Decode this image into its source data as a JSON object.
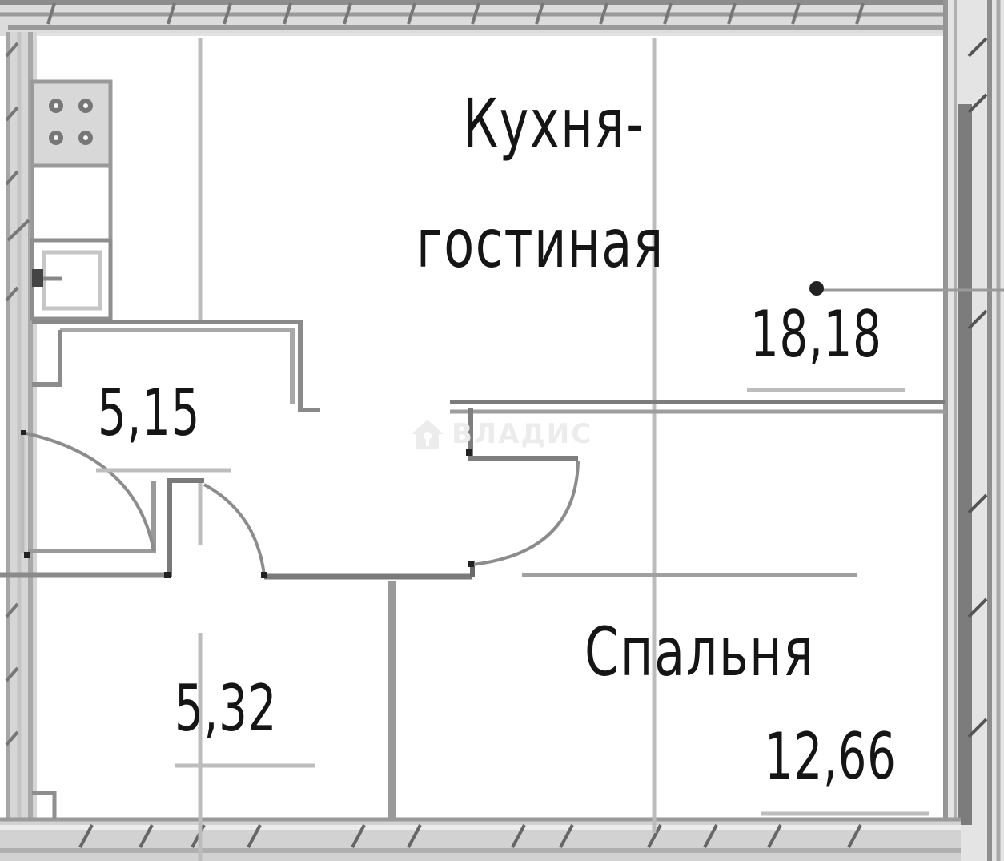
{
  "rooms": [
    {
      "name_line1": "Кухня-",
      "name_line2": "гостиная",
      "area": "18,18"
    },
    {
      "name": "",
      "area": "5,15"
    },
    {
      "name": "",
      "area": "5,32"
    },
    {
      "name": "Спальня",
      "area": "12,66"
    }
  ],
  "watermark": {
    "text": "ВЛАДИС",
    "icon": "house-key-icon"
  },
  "colors": {
    "wall": "#8a8a8a",
    "wall_dark": "#6e6e6e",
    "wall_light": "#c8c8c8",
    "text": "#151515",
    "background": "#ffffff"
  }
}
